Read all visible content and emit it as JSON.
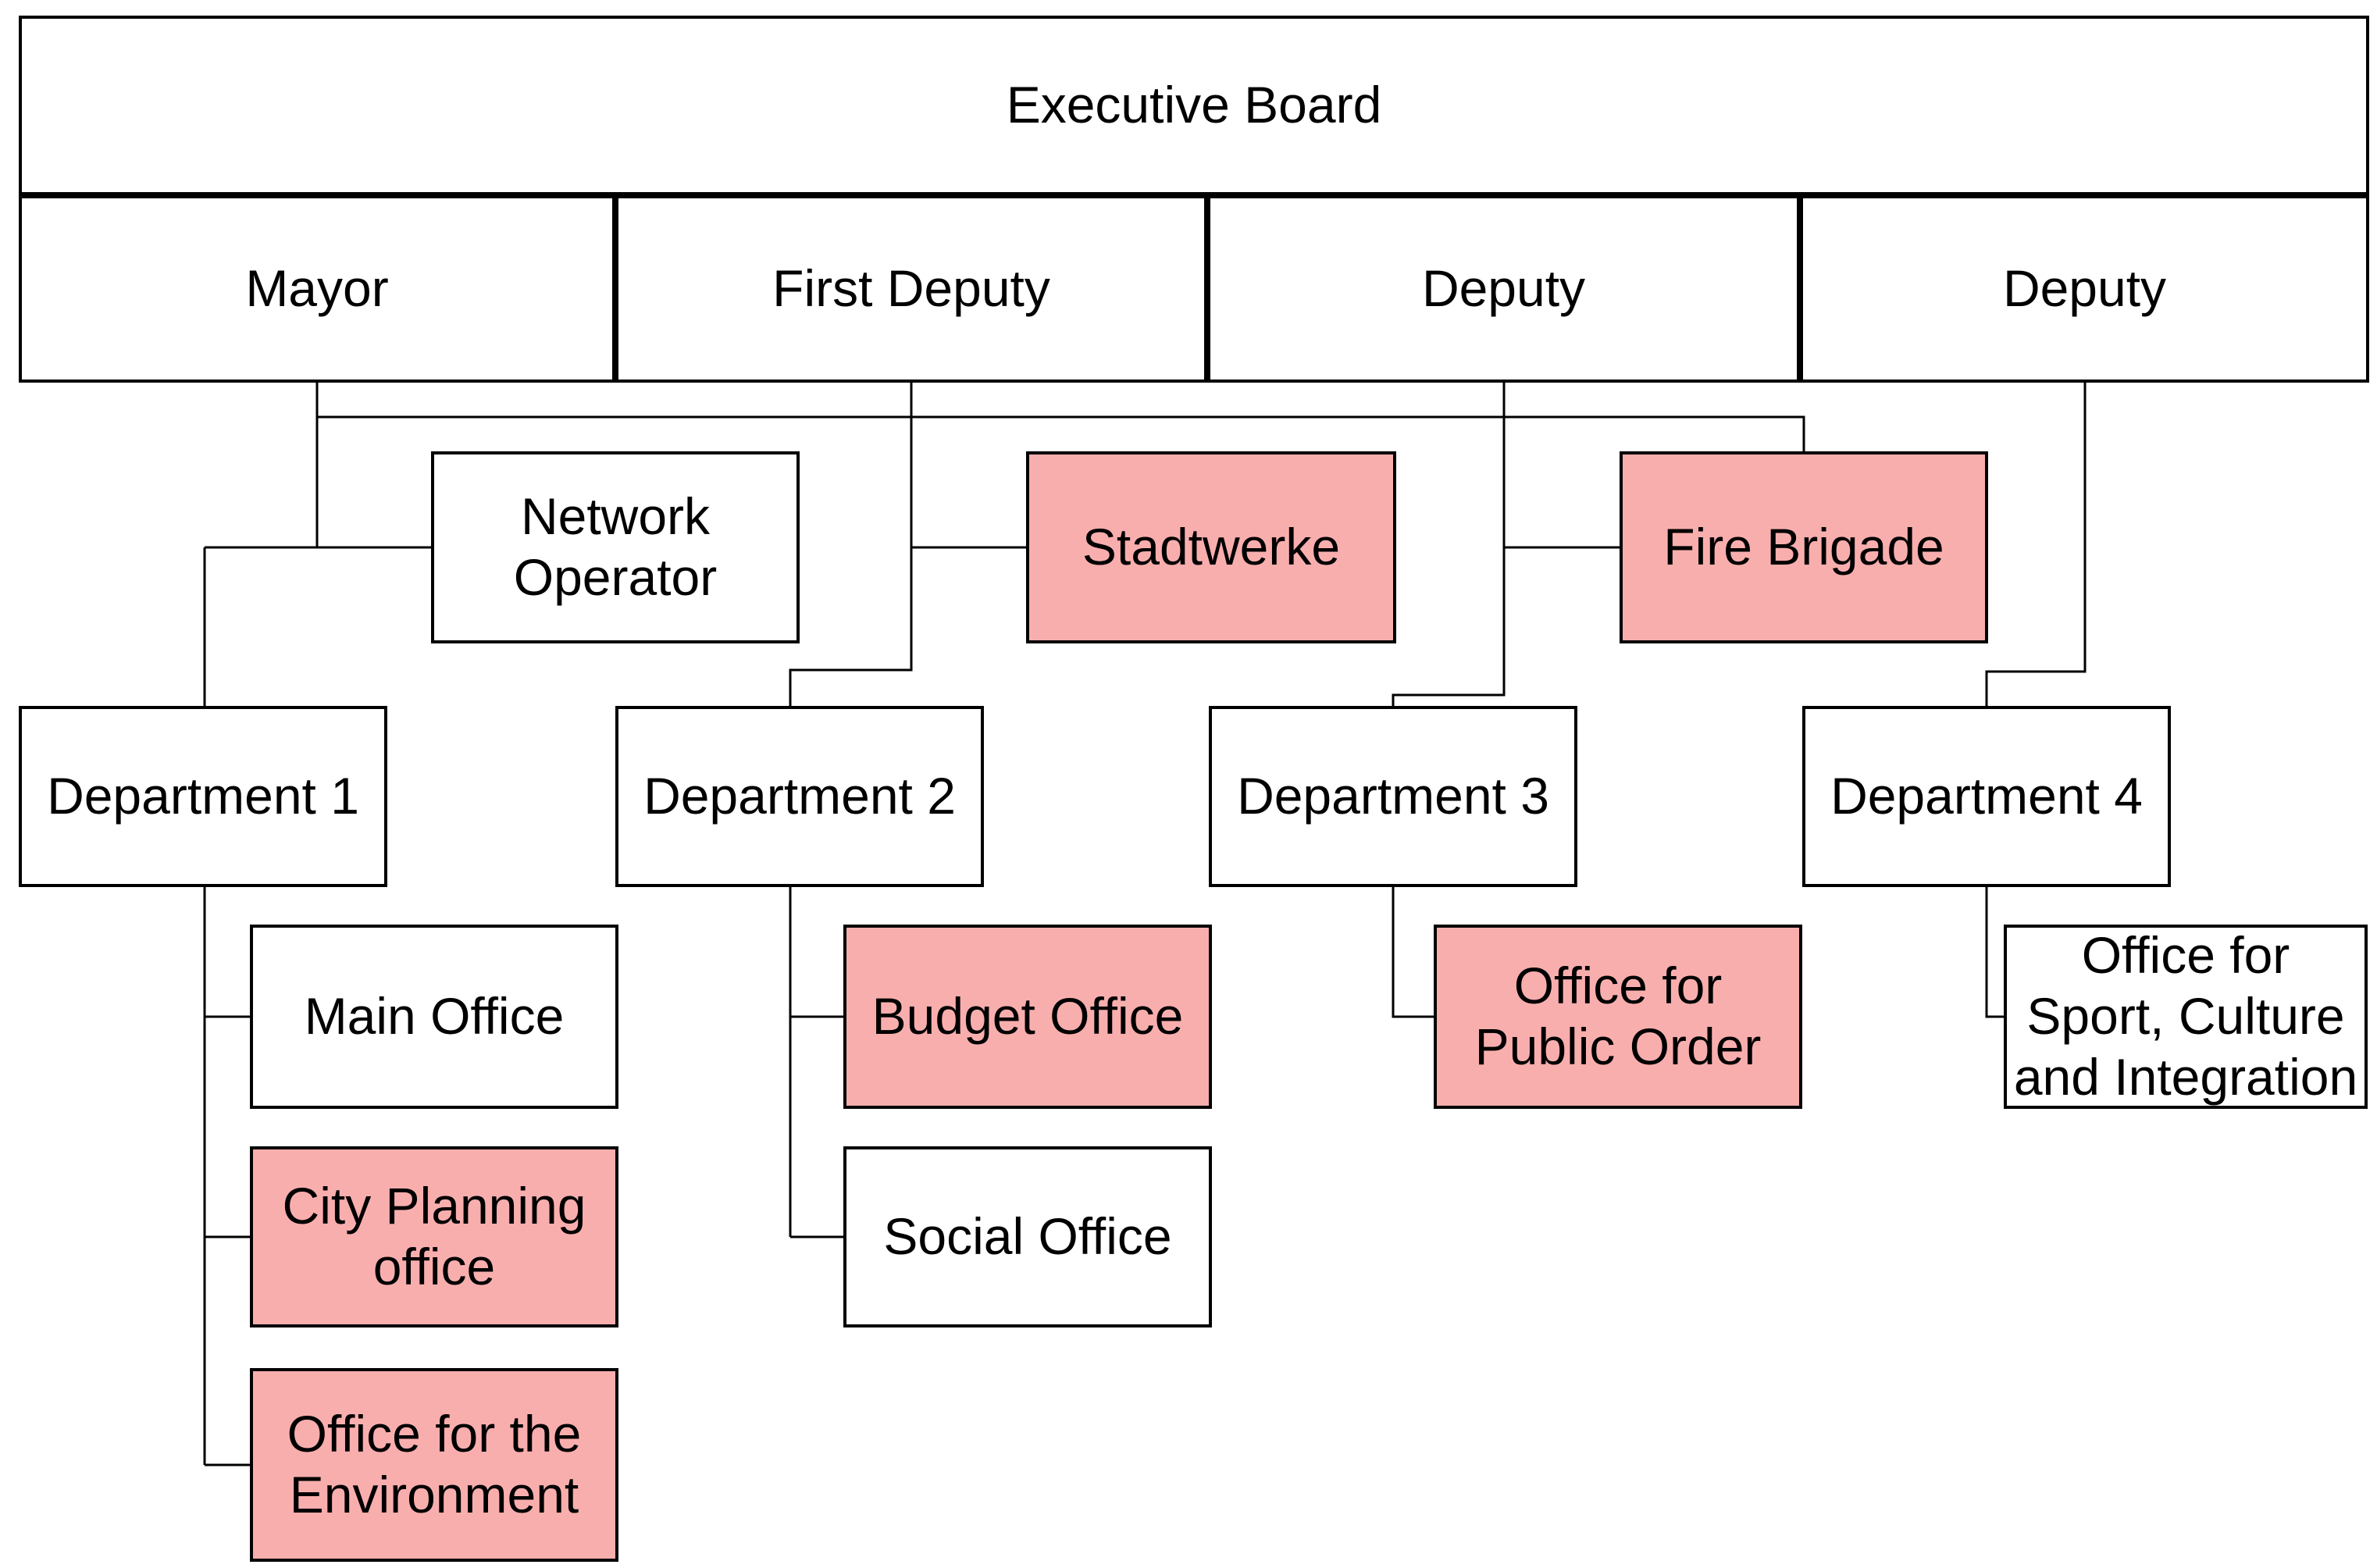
{
  "diagram": {
    "type": "org-chart",
    "background": "#ffffff",
    "line_color": "#000000",
    "box_border_color": "#000000",
    "highlight_fill": "#f9aeae",
    "plain_fill": "#ffffff",
    "nodes": {
      "executive_board": {
        "label": "Executive Board",
        "fill": "#ffffff"
      },
      "mayor": {
        "label": "Mayor",
        "fill": "#ffffff"
      },
      "first_deputy": {
        "label": "First Deputy",
        "fill": "#ffffff"
      },
      "deputy_1": {
        "label": "Deputy",
        "fill": "#ffffff"
      },
      "deputy_2": {
        "label": "Deputy",
        "fill": "#ffffff"
      },
      "network_operator": {
        "label": "Network\nOperator",
        "fill": "#ffffff"
      },
      "stadtwerke": {
        "label": "Stadtwerke",
        "fill": "#f9aeae"
      },
      "fire_brigade": {
        "label": "Fire Brigade",
        "fill": "#f9aeae"
      },
      "department_1": {
        "label": "Department 1",
        "fill": "#ffffff"
      },
      "department_2": {
        "label": "Department 2",
        "fill": "#ffffff"
      },
      "department_3": {
        "label": "Department 3",
        "fill": "#ffffff"
      },
      "department_4": {
        "label": "Department 4",
        "fill": "#ffffff"
      },
      "main_office": {
        "label": "Main Office",
        "fill": "#ffffff"
      },
      "budget_office": {
        "label": "Budget Office",
        "fill": "#f9aeae"
      },
      "office_public_order": {
        "label": "Office for\nPublic Order",
        "fill": "#f9aeae"
      },
      "office_sport_culture_integration": {
        "label": "Office for\nSport, Culture\nand Integration",
        "fill": "#ffffff"
      },
      "city_planning_office": {
        "label": "City Planning\noffice",
        "fill": "#f9aeae"
      },
      "social_office": {
        "label": "Social Office",
        "fill": "#ffffff"
      },
      "office_environment": {
        "label": "Office for the\nEnvironment",
        "fill": "#f9aeae"
      }
    },
    "edges": [
      {
        "from": "executive_board",
        "to": "mayor"
      },
      {
        "from": "executive_board",
        "to": "first_deputy"
      },
      {
        "from": "executive_board",
        "to": "deputy_1"
      },
      {
        "from": "executive_board",
        "to": "deputy_2"
      },
      {
        "from": "mayor",
        "to": "network_operator"
      },
      {
        "from": "mayor",
        "to": "fire_brigade"
      },
      {
        "from": "mayor",
        "to": "department_1"
      },
      {
        "from": "first_deputy",
        "to": "stadtwerke"
      },
      {
        "from": "first_deputy",
        "to": "department_2"
      },
      {
        "from": "deputy_1",
        "to": "fire_brigade"
      },
      {
        "from": "deputy_1",
        "to": "department_3"
      },
      {
        "from": "deputy_2",
        "to": "department_4"
      },
      {
        "from": "department_1",
        "to": "main_office"
      },
      {
        "from": "department_1",
        "to": "city_planning_office"
      },
      {
        "from": "department_1",
        "to": "office_environment"
      },
      {
        "from": "department_2",
        "to": "budget_office"
      },
      {
        "from": "department_2",
        "to": "social_office"
      },
      {
        "from": "department_3",
        "to": "office_public_order"
      },
      {
        "from": "department_4",
        "to": "office_sport_culture_integration"
      }
    ]
  }
}
